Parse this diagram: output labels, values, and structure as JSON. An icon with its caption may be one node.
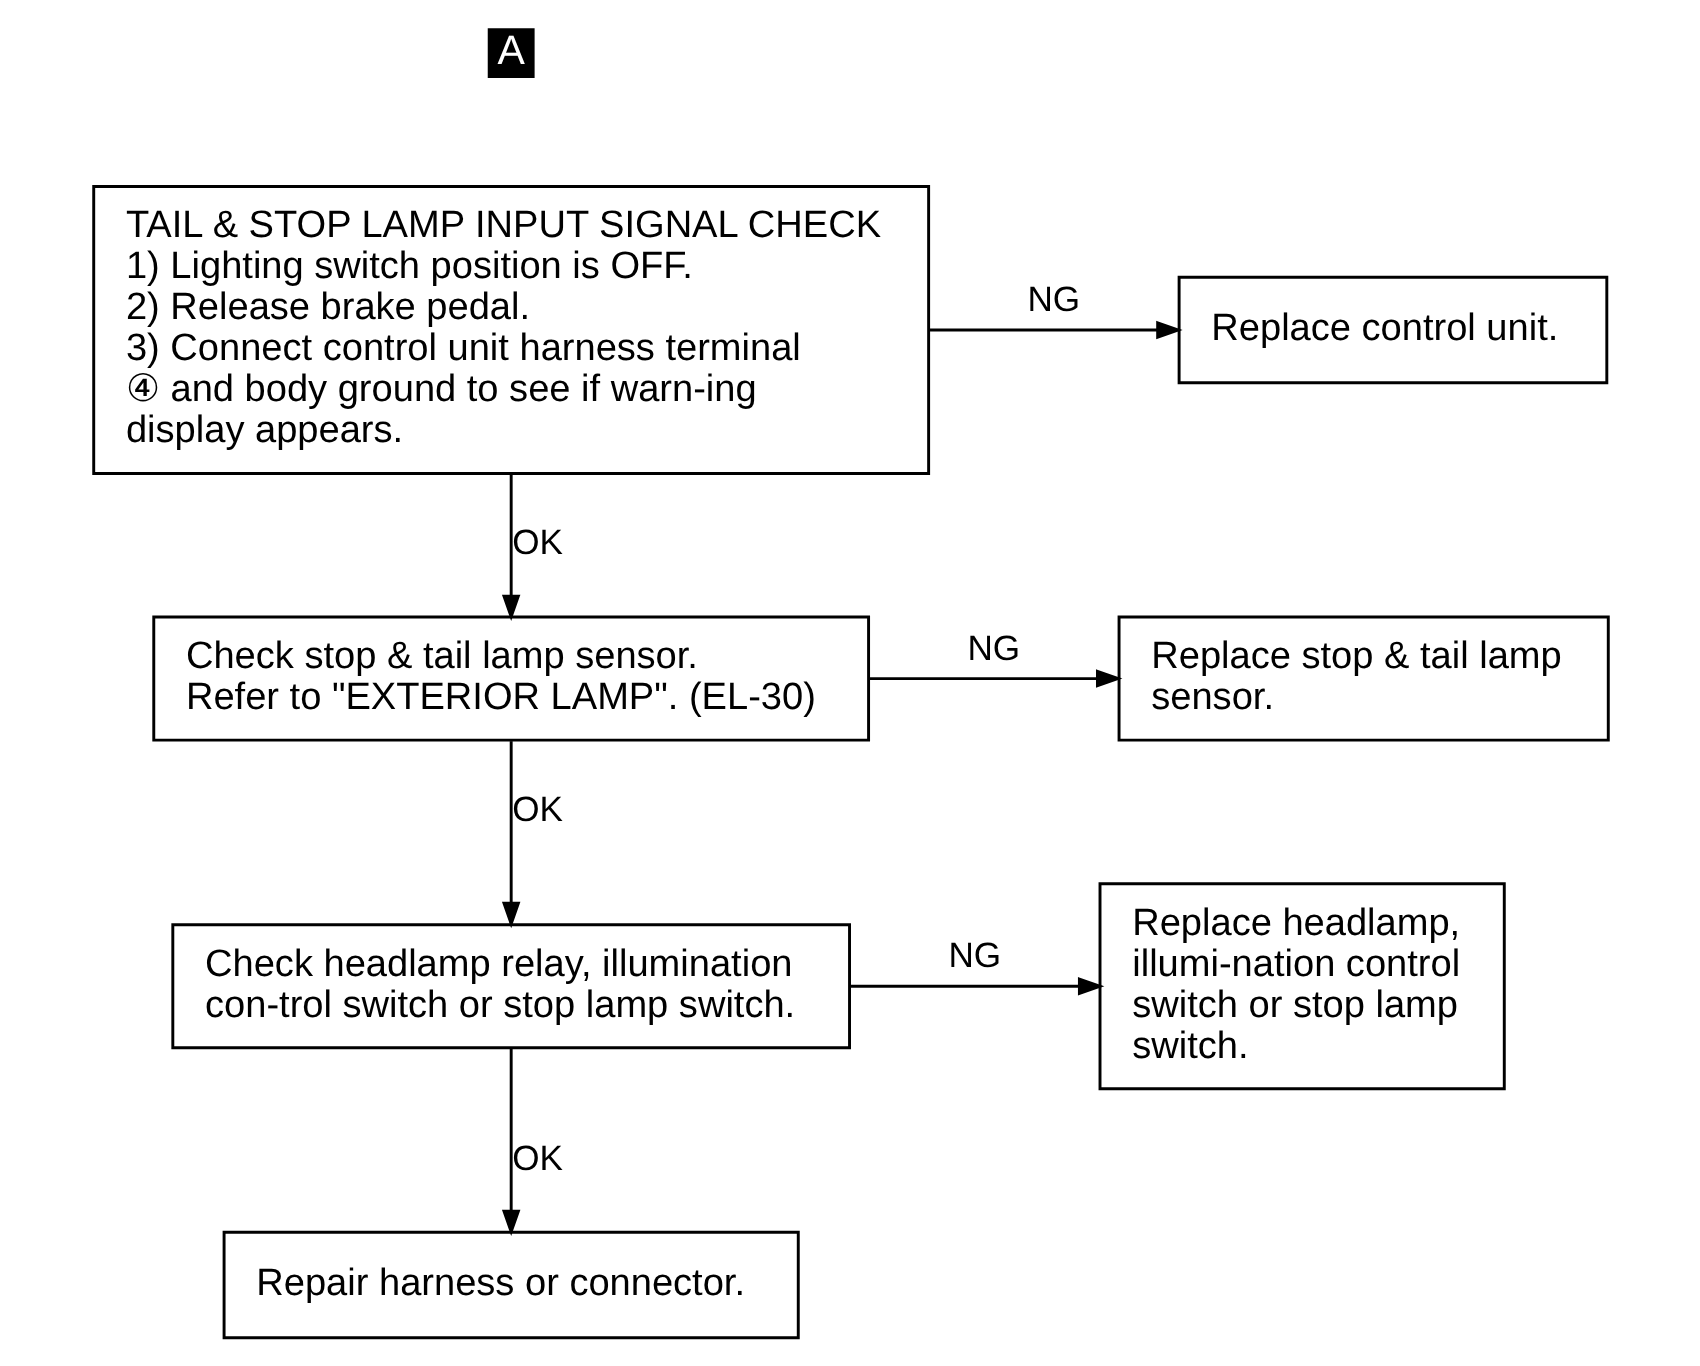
{
  "diagram": {
    "nodes": [
      {
        "text": [
          "TAIL & STOP LAMP INPUT SIGNAL CHECK",
          "1) Lighting switch position is OFF.",
          "2) Release brake pedal.",
          "3) Connect control unit harness terminal ④ and body ground to see if warn-ing display appears."
        ]
      },
      {
        "text": [
          "Replace control unit."
        ]
      },
      {
        "text": [
          "Check stop & tail lamp sensor.",
          "Refer to \"EXTERIOR LAMP\". (EL-30)"
        ]
      },
      {
        "text": [
          "Replace stop & tail lamp sensor."
        ]
      },
      {
        "text": [
          "Check headlamp relay, illumination con-trol switch or stop lamp switch."
        ]
      },
      {
        "text": [
          "Replace headlamp, illumi-nation control switch or stop lamp switch."
        ]
      },
      {
        "text": [
          "Repair harness or connector."
        ]
      }
    ],
    "edges": [
      {
        "from": 0,
        "to": 1,
        "arrow": "to",
        "label": "NG"
      },
      {
        "from": 0,
        "to": 2,
        "arrow": "to",
        "label": "OK"
      },
      {
        "from": 2,
        "to": 3,
        "arrow": "to",
        "label": "NG"
      },
      {
        "from": 2,
        "to": 4,
        "arrow": "to",
        "label": "OK"
      },
      {
        "from": 4,
        "to": 5,
        "arrow": "to",
        "label": "NG"
      },
      {
        "from": 4,
        "to": 6,
        "arrow": "to",
        "label": "OK"
      }
    ],
    "labels": [
      "A"
    ]
  }
}
